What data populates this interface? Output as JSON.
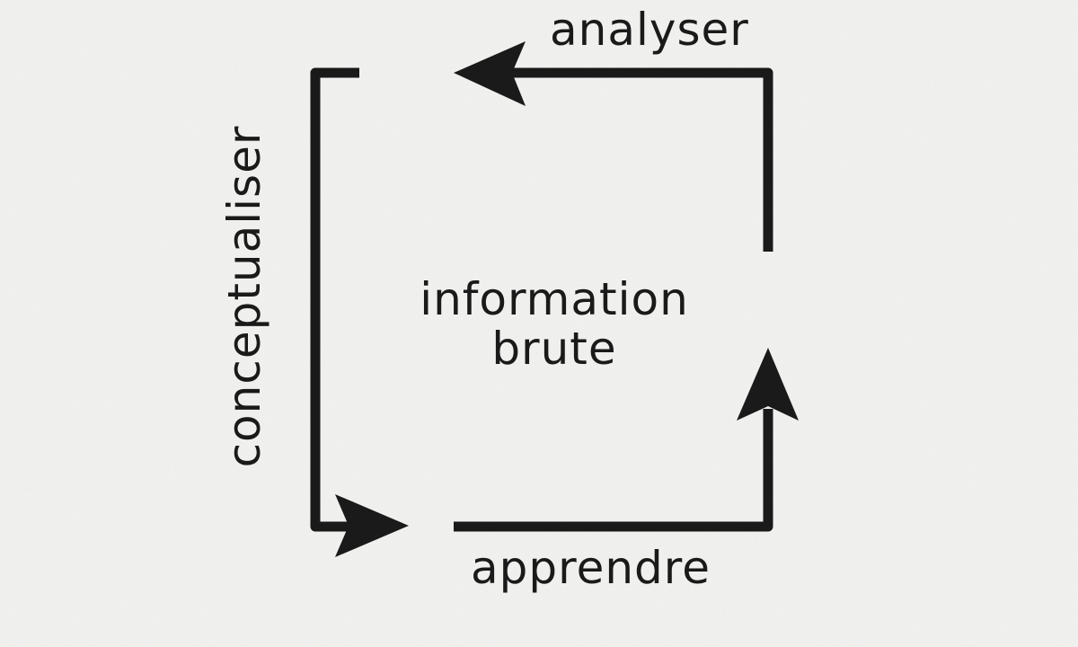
{
  "diagram": {
    "center_line1": "information",
    "center_line2": "brute",
    "top_label": "analyser",
    "bottom_label": "apprendre",
    "left_label": "conceptualiser"
  },
  "colors": {
    "background": "#f2f2f0",
    "stroke": "#1a1a1a"
  },
  "icons": {
    "top_arrow": "arrow-left-icon",
    "right_arrow": "arrow-up-icon",
    "bottom_arrow": "arrow-right-icon"
  }
}
